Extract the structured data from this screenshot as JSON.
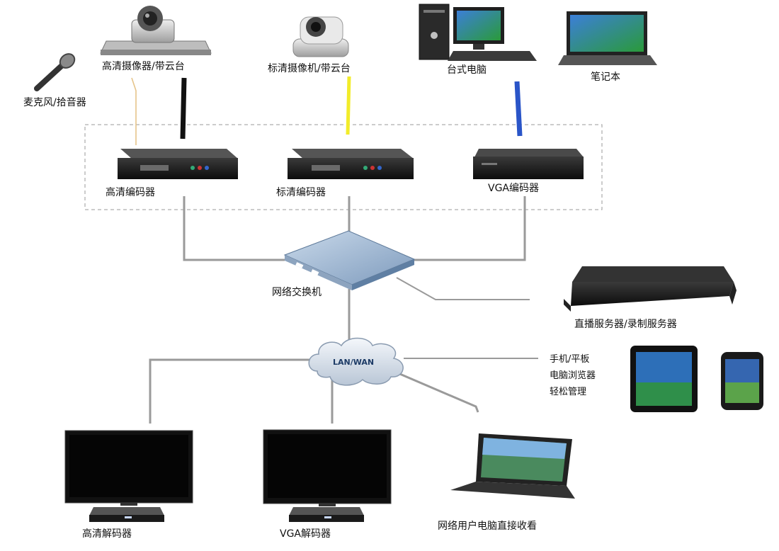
{
  "devices": {
    "hd_camera": "高清摄像器/带云台",
    "sd_camera": "标清摄像机/带云台",
    "desktop": "台式电脑",
    "laptop": "笔记本",
    "microphone": "麦克风/拾音器",
    "hd_encoder": "高清编码器",
    "sd_encoder": "标清编码器",
    "vga_encoder": "VGA编码器",
    "switch": "网络交换机",
    "server": "直播服务器/录制服务器",
    "cloud": "LAN/WAN",
    "mobile_lines": [
      "手机/平板",
      "电脑浏览器",
      "轻松管理"
    ],
    "hd_decoder": "高清解码器",
    "vga_decoder": "VGA解码器",
    "netbook": "网络用户电脑直接收看"
  },
  "colors": {
    "cable_gray": "#9a9a9a",
    "cable_yellow": "#f2ec2a",
    "cable_blue": "#2a55c8",
    "cable_black": "#111111",
    "cable_mic": "#e6c48a"
  }
}
